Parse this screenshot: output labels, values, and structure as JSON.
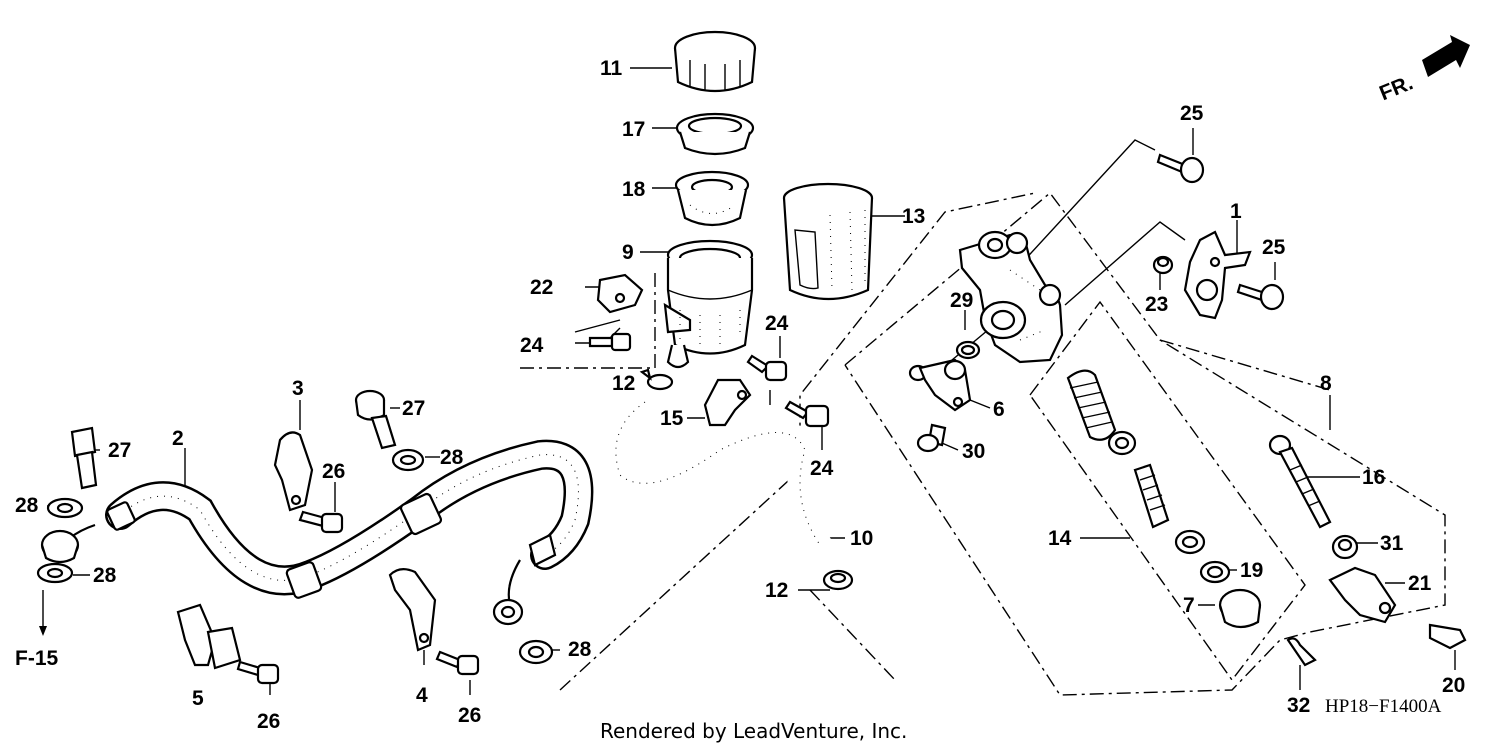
{
  "diagram": {
    "code": "HP18−F1400A",
    "credit": "Rendered by LeadVenture, Inc.",
    "direction_label": "FR.",
    "reference_label": "F-15",
    "callouts": {
      "c1": "1",
      "c2": "2",
      "c3": "3",
      "c4": "4",
      "c5": "5",
      "c6": "6",
      "c7": "7",
      "c8": "8",
      "c9": "9",
      "c10": "10",
      "c11": "11",
      "c12a": "12",
      "c12b": "12",
      "c13": "13",
      "c14": "14",
      "c15": "15",
      "c16": "16",
      "c17": "17",
      "c18": "18",
      "c19": "19",
      "c20": "20",
      "c21": "21",
      "c22": "22",
      "c23": "23",
      "c24a": "24",
      "c24b": "24",
      "c24c": "24",
      "c25a": "25",
      "c25b": "25",
      "c26a": "26",
      "c26b": "26",
      "c26c": "26",
      "c27a": "27",
      "c27b": "27",
      "c28a": "28",
      "c28b": "28",
      "c28c": "28",
      "c28d": "28",
      "c29": "29",
      "c30": "30",
      "c31": "31",
      "c32": "32"
    }
  }
}
